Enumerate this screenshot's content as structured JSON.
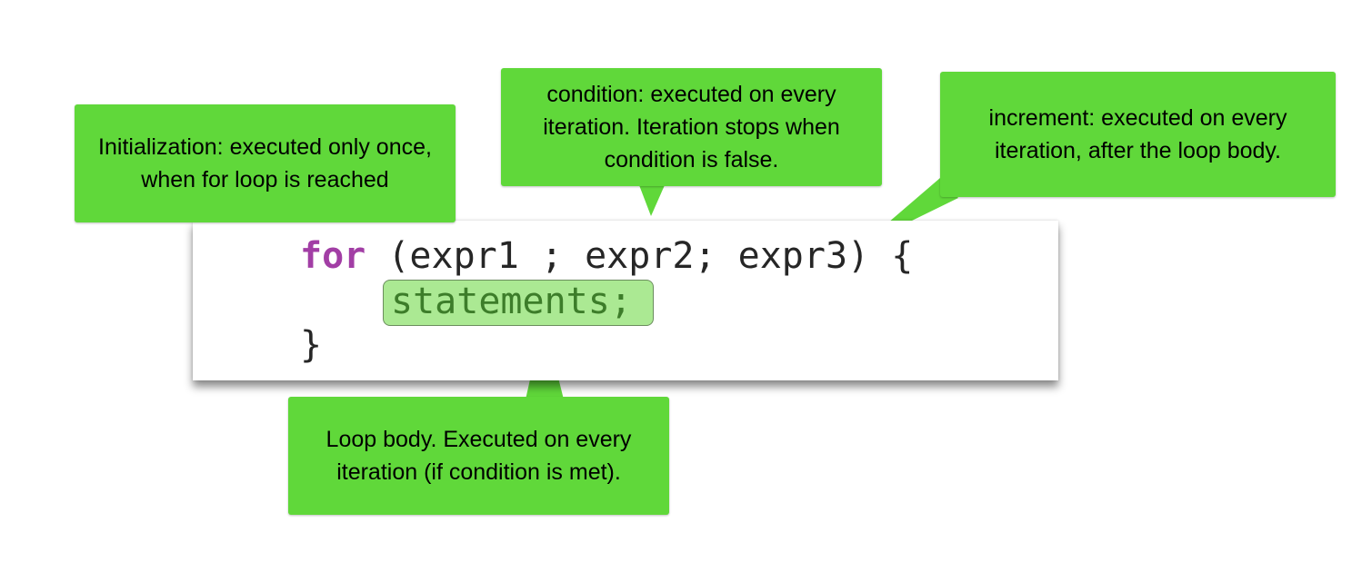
{
  "code": {
    "keyword": "for",
    "header_rest": " (expr1 ; expr2; expr3) {",
    "body": "statements;",
    "close": "}"
  },
  "callouts": {
    "initialization": "Initialization: executed only once, when for loop is reached",
    "condition": "condition: executed on every iteration. Iteration stops when condition is false.",
    "increment": "increment: executed on every iteration, after the loop body.",
    "loop_body": "Loop body. Executed on every iteration (if condition is met)."
  },
  "colors": {
    "callout_fill": "#60d83a",
    "keyword": "#a23ea5",
    "statement_highlight": "#abe993",
    "statement_text": "#3d7d2a"
  }
}
